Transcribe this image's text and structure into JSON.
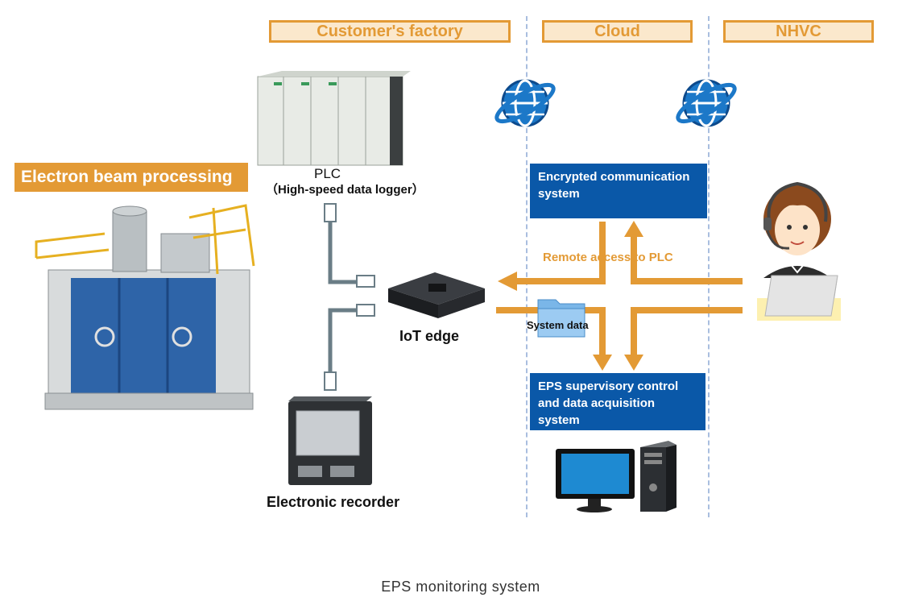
{
  "zones": {
    "customer_factory": "Customer's factory",
    "cloud": "Cloud",
    "nhvc": "NHVC"
  },
  "machine": {
    "label": "Electron beam processing"
  },
  "plc": {
    "title": "PLC",
    "subtitle": "（High-speed data logger）"
  },
  "iot_edge": {
    "label": "IoT edge"
  },
  "recorder": {
    "label": "Electronic recorder"
  },
  "cloud": {
    "encrypted_box": "Encrypted communication\nsystem",
    "eps_box": "EPS supervisory control\nand data acquisition\nsystem",
    "remote_access": "Remote access to PLC",
    "system_data": "System data"
  },
  "caption": "EPS monitoring system",
  "colors": {
    "accent_orange": "#e39a35",
    "cloud_blue": "#0a58a8",
    "cable_gray": "#6a7d86"
  },
  "icons": [
    "globe-icon",
    "folder-icon",
    "monitor-icon",
    "operator-icon"
  ]
}
